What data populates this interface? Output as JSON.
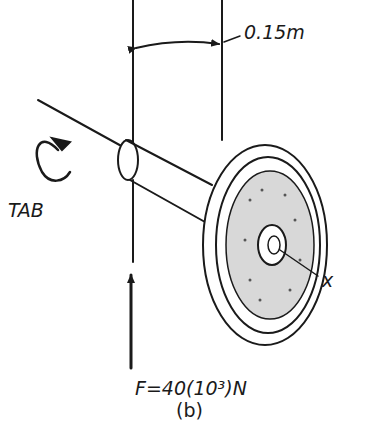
{
  "diagram": {
    "caption": "(b)",
    "labels": [
      "0.15m",
      "TAB",
      "x",
      "F=40(10³)N"
    ]
  }
}
